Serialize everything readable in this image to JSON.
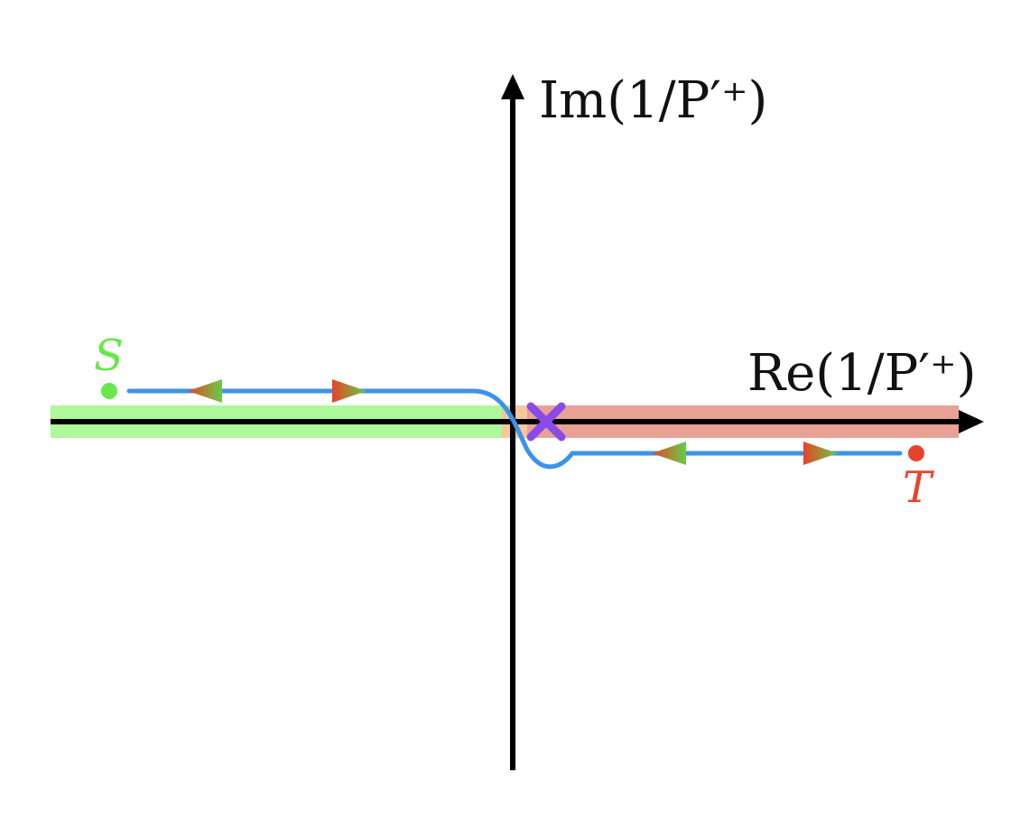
{
  "axes": {
    "real_label": "Re(1/P′⁺)",
    "imag_label": "Im(1/P′⁺)"
  },
  "points": {
    "source": {
      "label": "S",
      "color": "#66e84a"
    },
    "target": {
      "label": "T",
      "color": "#e8432a"
    }
  },
  "colors": {
    "axis": "#000000",
    "contour": "#3b93e8",
    "band_negative": "#aef79b",
    "band_positive": "#e8a195",
    "band_origin": "#f4c89a",
    "pole_marker": "#8a4ae8",
    "arrow_gradient_start": "#e8432a",
    "arrow_gradient_end": "#66cc44"
  },
  "icons": {
    "pole": "cross-icon"
  }
}
